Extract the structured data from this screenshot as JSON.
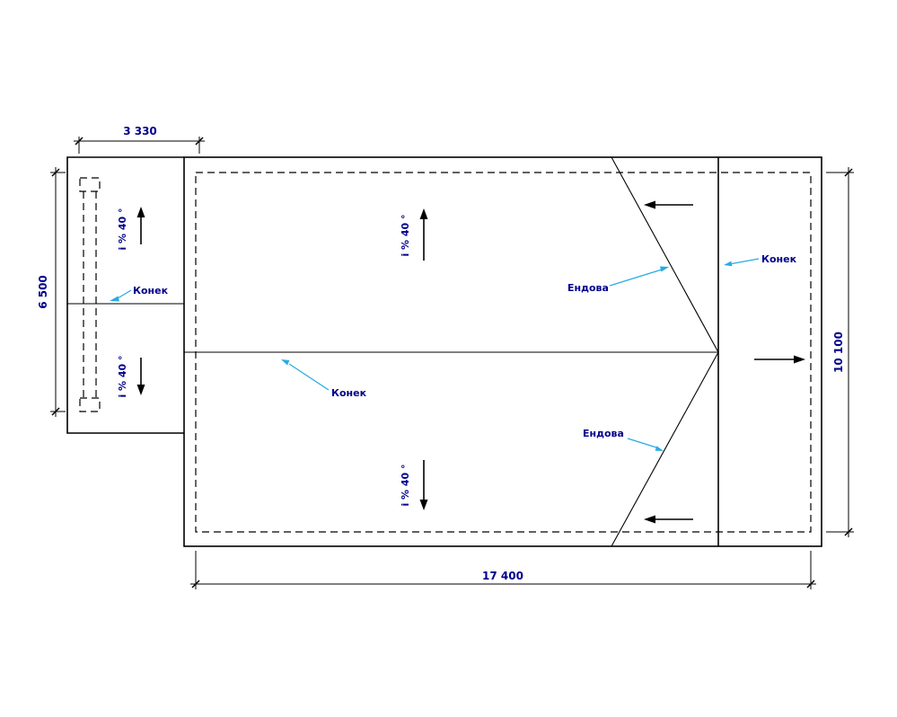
{
  "drawing": {
    "type": "roof-plan",
    "dimensions": {
      "top": "3 330",
      "left": "6 500",
      "right": "10 100",
      "bottom": "17 400"
    },
    "labels": {
      "ridge": "Конек",
      "valley": "Ендова",
      "slope": "i % 40 °"
    },
    "colors": {
      "line": "#000000",
      "text": "#00008b",
      "leader": "#29abe2",
      "background": "#ffffff"
    }
  }
}
